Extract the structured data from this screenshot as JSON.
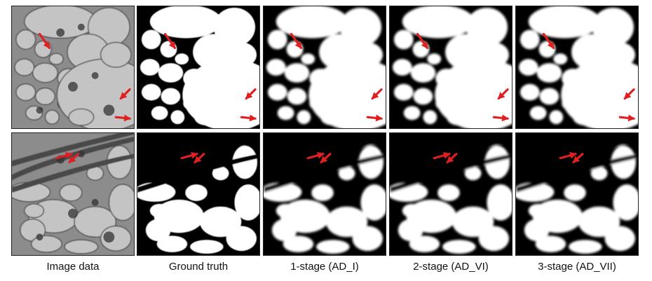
{
  "columns": [
    {
      "label": "Image data",
      "kind": "em"
    },
    {
      "label": "Ground truth",
      "kind": "gt"
    },
    {
      "label": "1-stage (AD_I)",
      "kind": "pred"
    },
    {
      "label": "2-stage (AD_VI)",
      "kind": "pred"
    },
    {
      "label": "3-stage (AD_VII)",
      "kind": "pred"
    }
  ],
  "rows": [
    "top",
    "bottom"
  ],
  "colors": {
    "arrow": "#e02020",
    "membrane": "#000000",
    "cell": "#ffffff",
    "em_background": "#8c8c8c"
  }
}
